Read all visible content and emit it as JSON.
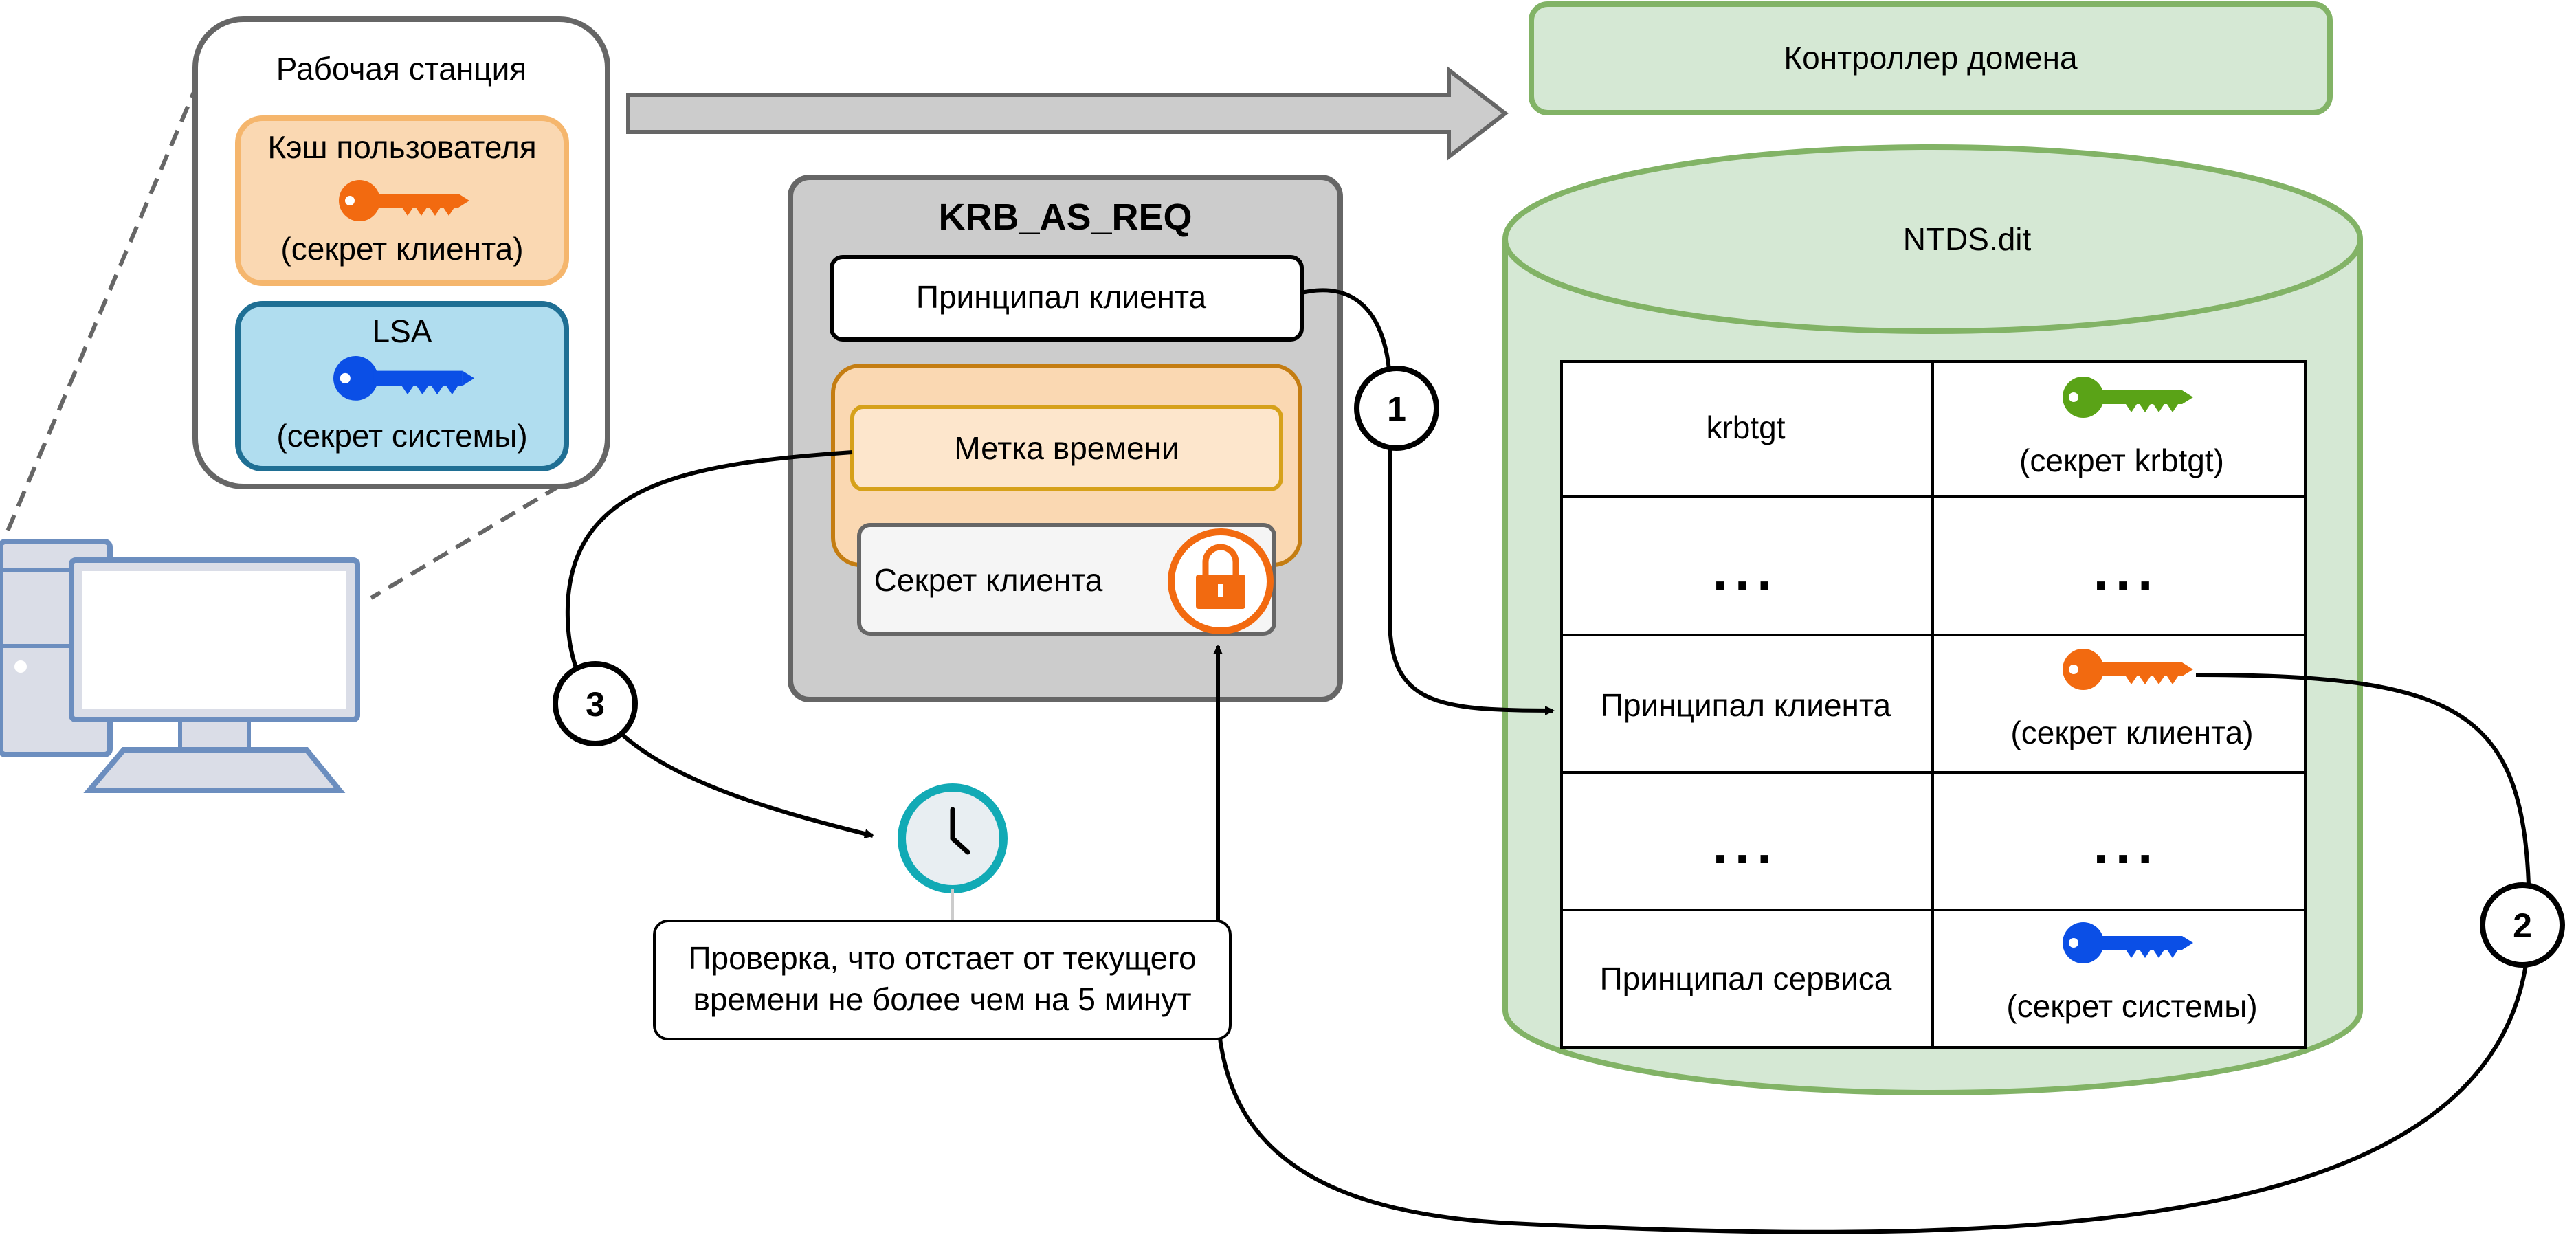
{
  "workstation": {
    "title": "Рабочая станция",
    "user_cache": {
      "title": "Кэш пользователя",
      "caption": "(секрет клиента)",
      "key_icon": "key-icon",
      "color": "#f26a10"
    },
    "lsa": {
      "title": "LSA",
      "caption": "(секрет системы)",
      "key_icon": "key-icon",
      "color": "#0b4fe6"
    },
    "computer_icon": "computer-icon"
  },
  "request": {
    "title": "KRB_AS_REQ",
    "client_principal": "Принципал клиента",
    "timestamp": "Метка времени",
    "client_secret": "Секрет клиента",
    "lock_icon": "lock-icon"
  },
  "domain_controller": {
    "title": "Контроллер домена",
    "database": "NTDS.dit",
    "rows": [
      {
        "name": "krbtgt",
        "secret": "(секрет krbtgt)",
        "key_color": "#5aa317"
      },
      {
        "name": "...",
        "secret": "..."
      },
      {
        "name": "Принципал клиента",
        "secret": "(секрет клиента)",
        "key_color": "#f26a10"
      },
      {
        "name": "...",
        "secret": "..."
      },
      {
        "name": "Принципал сервиса",
        "secret": "(секрет системы)",
        "key_color": "#0b4fe6"
      }
    ]
  },
  "steps": [
    "1",
    "2",
    "3"
  ],
  "time_check": {
    "clock_icon": "clock-icon",
    "line1": "Проверка, что отстает от текущего",
    "line2": "времени не более чем на 5 минут"
  }
}
